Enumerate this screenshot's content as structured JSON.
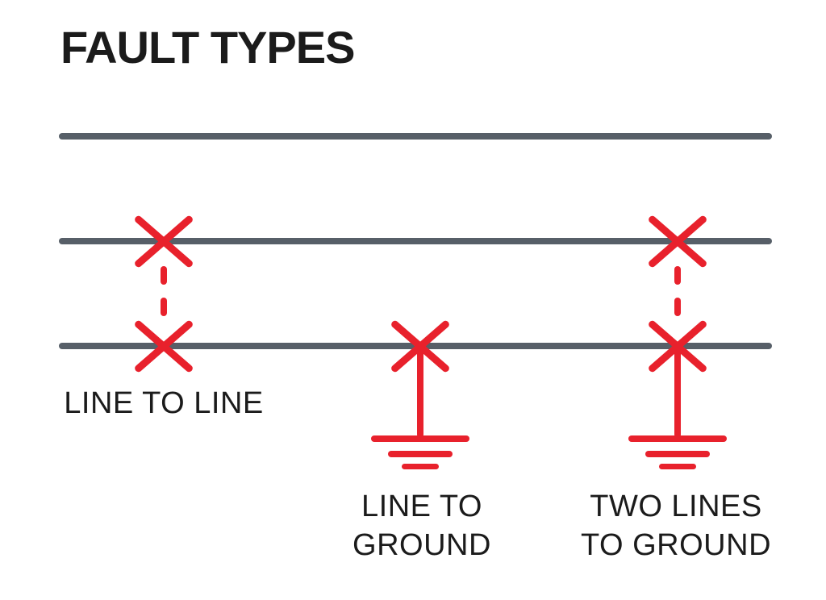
{
  "title": "FAULT TYPES",
  "colors": {
    "wire": "#575F68",
    "fault": "#E8212C",
    "text": "#1B1B1B",
    "background": "#FFFFFF"
  },
  "faults": [
    {
      "id": "line-to-line",
      "label_lines": [
        "LINE TO LINE"
      ]
    },
    {
      "id": "line-to-ground",
      "label_lines": [
        "LINE TO",
        "GROUND"
      ]
    },
    {
      "id": "two-lines-to-ground",
      "label_lines": [
        "TWO LINES",
        "TO GROUND"
      ]
    }
  ]
}
